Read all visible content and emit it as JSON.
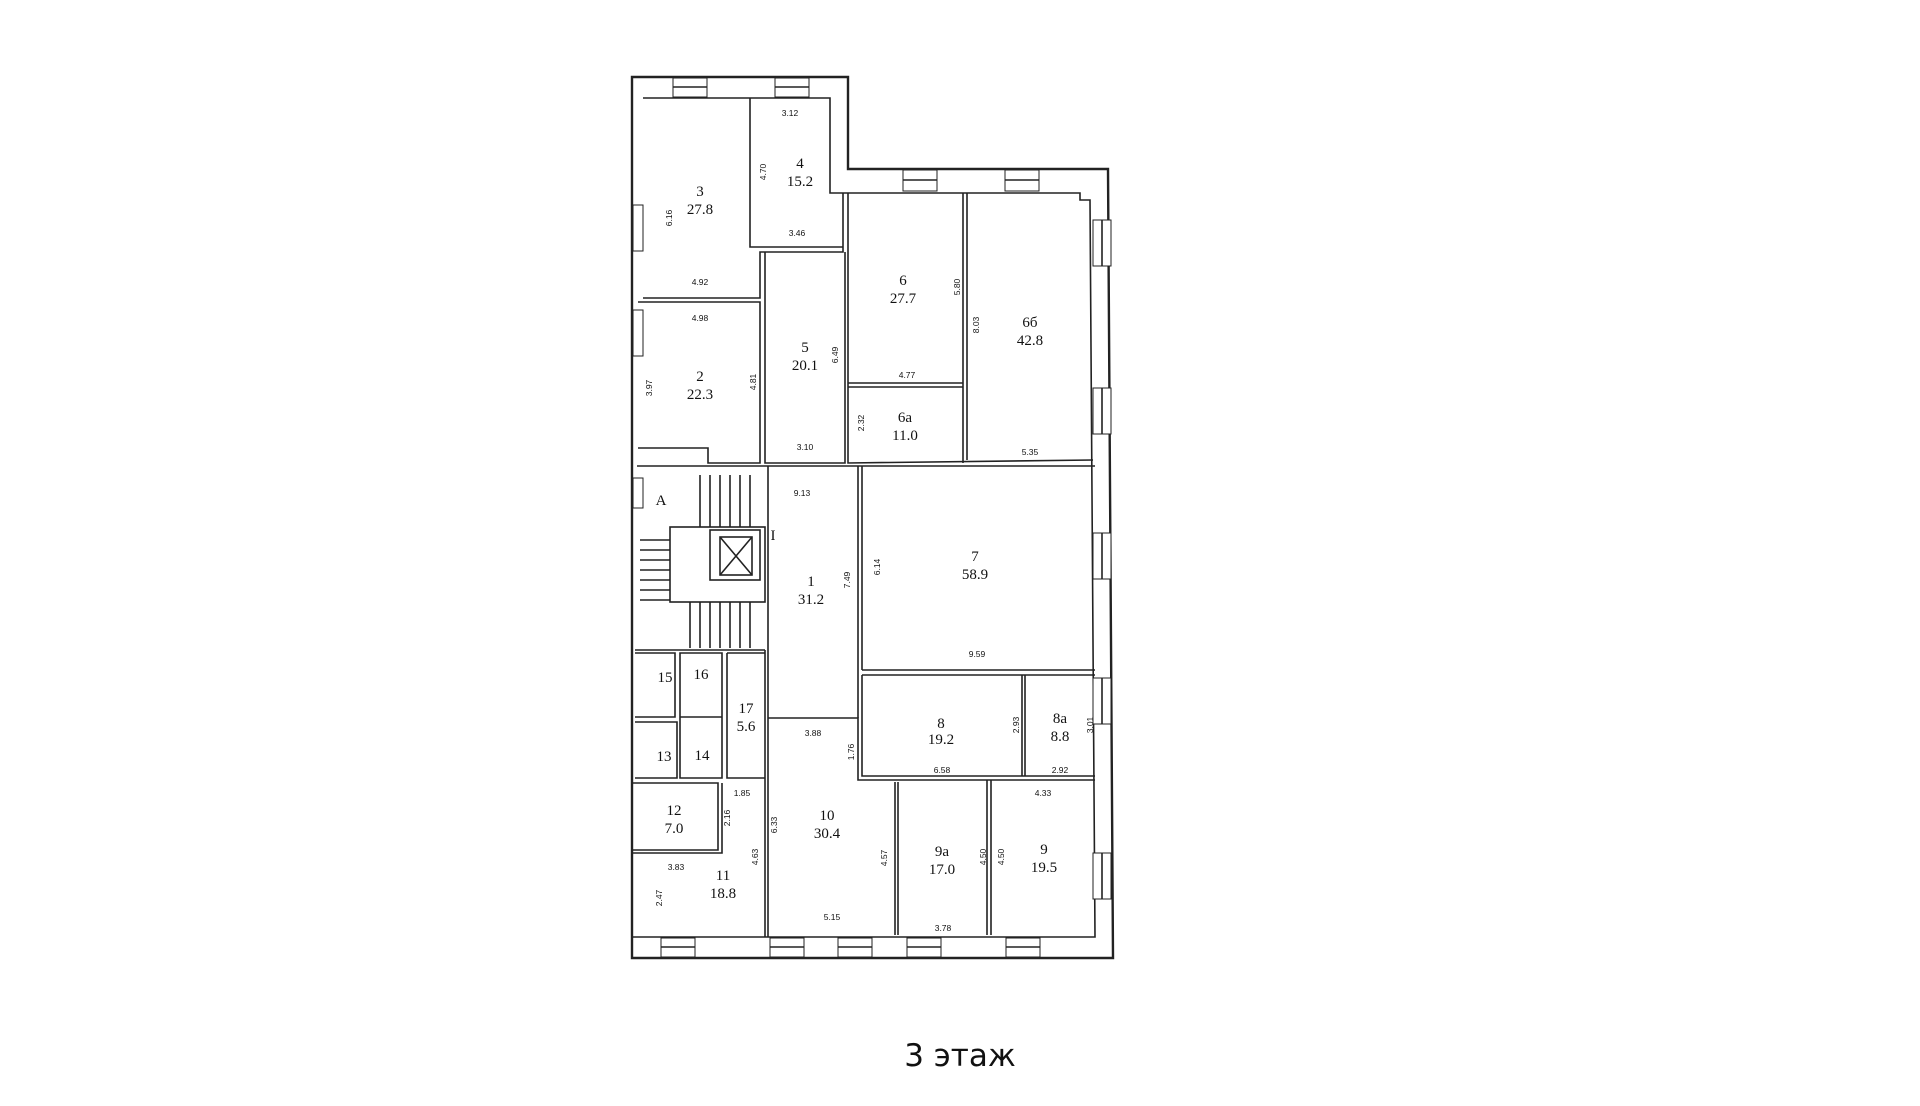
{
  "floor_label": "3 этаж",
  "markers": {
    "stair": "A",
    "section": "I"
  },
  "rooms": [
    {
      "number": "1",
      "area": "31.2"
    },
    {
      "number": "2",
      "area": "22.3"
    },
    {
      "number": "3",
      "area": "27.8"
    },
    {
      "number": "4",
      "area": "15.2"
    },
    {
      "number": "5",
      "area": "20.1"
    },
    {
      "number": "6",
      "area": "27.7"
    },
    {
      "number": "6а",
      "area": "11.0"
    },
    {
      "number": "6б",
      "area": "42.8"
    },
    {
      "number": "7",
      "area": "58.9"
    },
    {
      "number": "8",
      "area": "19.2"
    },
    {
      "number": "8а",
      "area": "8.8"
    },
    {
      "number": "9",
      "area": "19.5"
    },
    {
      "number": "9а",
      "area": "17.0"
    },
    {
      "number": "10",
      "area": "30.4"
    },
    {
      "number": "11",
      "area": "18.8"
    },
    {
      "number": "12",
      "area": "7.0"
    },
    {
      "number": "13"
    },
    {
      "number": "14"
    },
    {
      "number": "15"
    },
    {
      "number": "16"
    },
    {
      "number": "17",
      "area": "5.6"
    }
  ],
  "dimensions": [
    "3.12",
    "4.70",
    "6.16",
    "3.46",
    "4.92",
    "4.98",
    "3.97",
    "4.81",
    "6.49",
    "5.80",
    "8.03",
    "4.77",
    "2.32",
    "3.10",
    "5.35",
    "9.13",
    "7.49",
    "6.14",
    "9.59",
    "3.88",
    "1.76",
    "2.93",
    "3.01",
    "6.58",
    "2.92",
    "4.33",
    "1.85",
    "2.16",
    "6.33",
    "4.57",
    "4.50",
    "4.50",
    "3.83",
    "4.63",
    "2.47",
    "5.15",
    "3.78"
  ]
}
